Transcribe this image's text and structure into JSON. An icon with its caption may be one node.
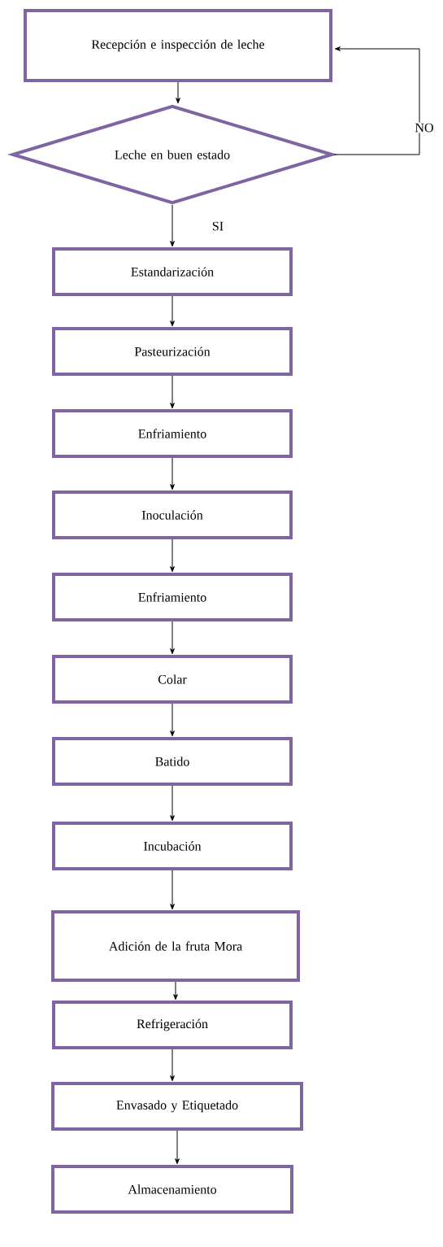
{
  "diagram": {
    "nodes": [
      {
        "text": [
          "Recepción e inspección de leche"
        ]
      },
      {
        "text": [
          "Leche en buen estado"
        ]
      },
      {
        "text": [
          "Estandarización"
        ]
      },
      {
        "text": [
          "Pasteurización"
        ]
      },
      {
        "text": [
          "Enfriamiento"
        ]
      },
      {
        "text": [
          "Inoculación"
        ]
      },
      {
        "text": [
          "Enfriamiento"
        ]
      },
      {
        "text": [
          "Colar"
        ]
      },
      {
        "text": [
          "Batido"
        ]
      },
      {
        "text": [
          "Incubación"
        ]
      },
      {
        "text": [
          "Adición de la fruta Mora"
        ]
      },
      {
        "text": [
          "Refrigeración"
        ]
      },
      {
        "text": [
          "Envasado y Etiquetado"
        ]
      },
      {
        "text": [
          "Almacenamiento"
        ]
      }
    ],
    "edges": [
      {
        "from": 0,
        "to": 1,
        "arrow": "to"
      },
      {
        "from": 1,
        "to": 0,
        "arrow": "to",
        "label": "NO"
      },
      {
        "from": 1,
        "to": 2,
        "arrow": "to",
        "label": "SI"
      },
      {
        "from": 2,
        "to": 3,
        "arrow": "to"
      },
      {
        "from": 3,
        "to": 4,
        "arrow": "to"
      },
      {
        "from": 4,
        "to": 5,
        "arrow": "to"
      },
      {
        "from": 5,
        "to": 6,
        "arrow": "to"
      },
      {
        "from": 6,
        "to": 7,
        "arrow": "to"
      },
      {
        "from": 7,
        "to": 8,
        "arrow": "to"
      },
      {
        "from": 8,
        "to": 9,
        "arrow": "to"
      },
      {
        "from": 9,
        "to": 10,
        "arrow": "to"
      },
      {
        "from": 10,
        "to": 11,
        "arrow": "to"
      },
      {
        "from": 11,
        "to": 12,
        "arrow": "to"
      },
      {
        "from": 12,
        "to": 13,
        "arrow": "to"
      }
    ]
  }
}
